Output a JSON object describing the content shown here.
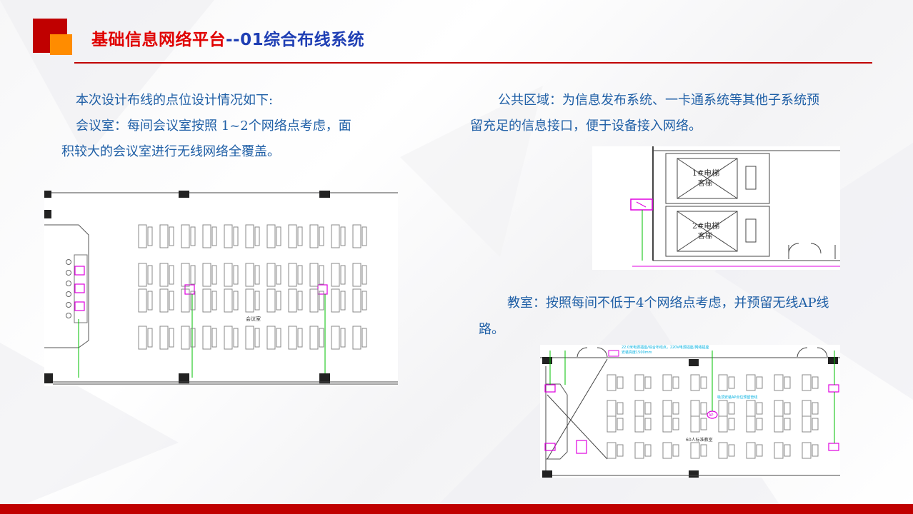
{
  "header": {
    "title_part1": "基础信息网络平台",
    "title_part2": "--01综合布线系统"
  },
  "left": {
    "intro": "本次设计布线的点位设计情况如下:",
    "meeting_line1": "会议室：每间会议室按照 1~2个网络点考虑，面",
    "meeting_line2": "积较大的会议室进行无线网络全覆盖。"
  },
  "right": {
    "public_line1": "公共区域：为信息发布系统、一卡通系统等其他子系统预",
    "public_line2": "留充足的信息接口，便于设备接入网络。",
    "classroom_line1": "教室：按照每间不低于4个网络点考虑，并预留无线AP线",
    "classroom_line2": "路。"
  },
  "plans": {
    "meeting_room_label": "会议室",
    "elevator1_label": "1#电梯",
    "elevator2_label": "2#电梯",
    "elevator_sub": "客梯",
    "classroom_label": "60人标准教室",
    "ap_label": "AP",
    "classroom_note": "22.0米电源插座/综合布线点，220V电源插座/网络插座",
    "classroom_note2": "安装高度1500mm",
    "classroom_note3": "吸顶安装AP点位预留管线"
  },
  "colors": {
    "brand_red": "#c00000",
    "brand_orange": "#ff8c00",
    "title_blue": "#1f3fb4",
    "text_blue": "#1f5fa6",
    "outlet_magenta": "#e000e0",
    "cable_green": "#00c000"
  }
}
